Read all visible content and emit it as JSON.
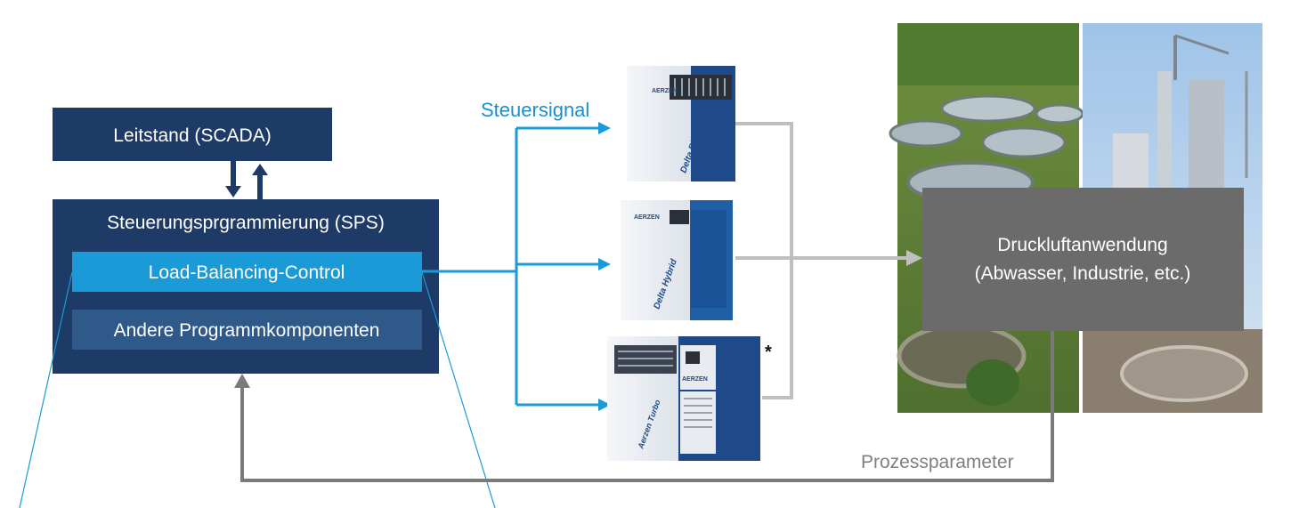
{
  "diagram": {
    "scada": {
      "label": "Leitstand (SCADA)"
    },
    "sps": {
      "label": "Steuerungsprgrammierung (SPS)",
      "lbc_label": "Load-Balancing-Control",
      "other_label": "Andere Programmkomponenten"
    },
    "signal_label": "Steuersignal",
    "application": {
      "line1": "Druckluftanwendung",
      "line2": "(Abwasser, Industrie, etc.)"
    },
    "feedback_label": "Prozessparameter",
    "footnote_marker": "*",
    "machines": [
      {
        "name": "Delta Blower",
        "brand": "AERZEN"
      },
      {
        "name": "Delta Hybrid",
        "brand": "AERZEN"
      },
      {
        "name": "Aerzen Turbo",
        "brand": "AERZEN"
      }
    ],
    "colors": {
      "navy": "#1e3a66",
      "navy_inner": "#2f5988",
      "accent_blue": "#1a9bd7",
      "signal_text": "#1a8fd0",
      "gray_box": "#6b6b6b",
      "gray_line": "#bfbfbf",
      "gray_dark_line": "#7a7a7a",
      "feedback_text": "#7f7f7f"
    }
  }
}
